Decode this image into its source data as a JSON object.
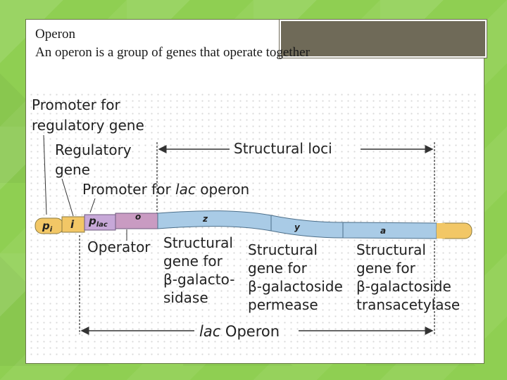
{
  "slide": {
    "title": "Operon",
    "subtitle": "An operon is a group of genes that operate together"
  },
  "colors": {
    "background": "#8fcf52",
    "title_box": "#6f6a58",
    "gene_i": "#f2c766",
    "promoter": "#c7a8d8",
    "operator": "#c99bc2",
    "structural_genes": "#a9cbe6",
    "tail": "#f2c766"
  },
  "diagram": {
    "label_promoter_regulatory": [
      "Promoter for",
      "regulatory gene"
    ],
    "label_regulatory_gene": [
      "Regulatory",
      "gene"
    ],
    "label_structural_loci": "Structural loci",
    "label_promoter_lac_prefix": "Promoter for ",
    "label_promoter_lac_italic": "lac",
    "label_promoter_lac_suffix": " operon",
    "segment_pi": "p",
    "segment_pi_sub": "i",
    "segment_i": "i",
    "segment_plac": "p",
    "segment_plac_sub": "lac",
    "segment_o": "o",
    "segment_z": "z",
    "segment_y": "y",
    "segment_a": "a",
    "label_operator": "Operator",
    "gene_z_desc": [
      "Structural",
      "gene for",
      "β-galacto-",
      "sidase"
    ],
    "gene_y_desc": [
      "Structural",
      "gene for",
      "β-galactoside",
      "permease"
    ],
    "gene_a_desc": [
      "Structural",
      "gene for",
      "β-galactoside",
      "transacetylase"
    ],
    "label_lac_operon_italic": "lac",
    "label_lac_operon_suffix": " Operon"
  }
}
